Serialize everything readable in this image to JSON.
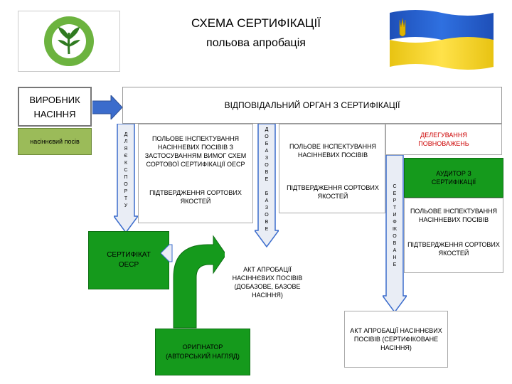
{
  "header": {
    "title_line1": "СХЕМА СЕРТИФІКАЦІЇ",
    "title_line2": "польова апробація"
  },
  "logo": {
    "ring_text": "",
    "icon": "sprout-logo-icon"
  },
  "flag": {
    "icon": "ukraine-flag-icon",
    "colors": {
      "top": "#1f5fd6",
      "bottom": "#f2d21a",
      "trident": "#e0b400"
    }
  },
  "producer": {
    "title": "ВИРОБНИК НАСІННЯ",
    "subtitle": "насіннєвий посів"
  },
  "authority": {
    "title": "ВІДПОВІДАЛЬНИЙ ОРГАН З СЕРТИФІКАЦІЇ"
  },
  "col1": {
    "vertical": [
      "Д",
      "Л",
      "Я",
      "Є",
      "К",
      "С",
      "П",
      "О",
      "Р",
      "Т",
      "У"
    ],
    "inspection": "ПОЛЬОВЕ ІНСПЕКТУВАННЯ НАСІННЕВИХ ПОСІВІВ З ЗАСТОСУВАННЯМ ВИМОГ СХЕМ СОРТОВОЇ СЕРТИФІКАЦІЇ ОЕСР",
    "confirmation": "ПІДТВЕРДЖЕННЯ СОРТОВИХ ЯКОСТЕЙ",
    "certificate": "СЕРТИФІКАТ ОЕСР"
  },
  "col2": {
    "vertical1": [
      "Д",
      "О",
      "Б",
      "А",
      "З",
      "О",
      "В",
      "Е"
    ],
    "vertical2": [
      "Б",
      "А",
      "З",
      "О",
      "В",
      "Е"
    ],
    "inspection": "ПОЛЬОВЕ ІНСПЕКТУВАННЯ НАСІННЕВИХ ПОСІВІВ",
    "confirmation": "ПІДТВЕРДЖЕННЯ СОРТОВИХ ЯКОСТЕЙ",
    "act": "АКТ АПРОБАЦІЇ НАСІННЄВИХ ПОСІВІВ (ДОБАЗОВЕ, БАЗОВЕ НАСІННЯ)"
  },
  "col3": {
    "delegation": "ДЕЛЕГУВАННЯ ПОВНОВАЖЕНЬ",
    "vertical": [
      "С",
      "Е",
      "Р",
      "Т",
      "И",
      "Ф",
      "ІК",
      "О",
      "В",
      "А",
      "Н",
      "Е"
    ],
    "auditor": "АУДИТОР З СЕРТИФІКАЦІЇ",
    "inspection": "ПОЛЬОВЕ ІНСПЕКТУВАННЯ НАСІННЕВИХ ПОСІВІВ",
    "confirmation": "ПІДТВЕРДЖЕННЯ СОРТОВИХ ЯКОСТЕЙ",
    "act": "АКТ АПРОБАЦІЇ НАСІННЄВИХ ПОСІВІВ (СЕРТИФІКОВАНЕ НАСІННЯ)"
  },
  "originator": {
    "text": "ОРИГІНАТОР (АВТОРСЬКИЙ НАГЛЯД)"
  },
  "colors": {
    "green": "#159a1c",
    "arrow_blue": "#3b6ccc",
    "arrow_fill": "#e9edf5",
    "red": "#cc0000",
    "producer_green": "#9bbb59"
  }
}
